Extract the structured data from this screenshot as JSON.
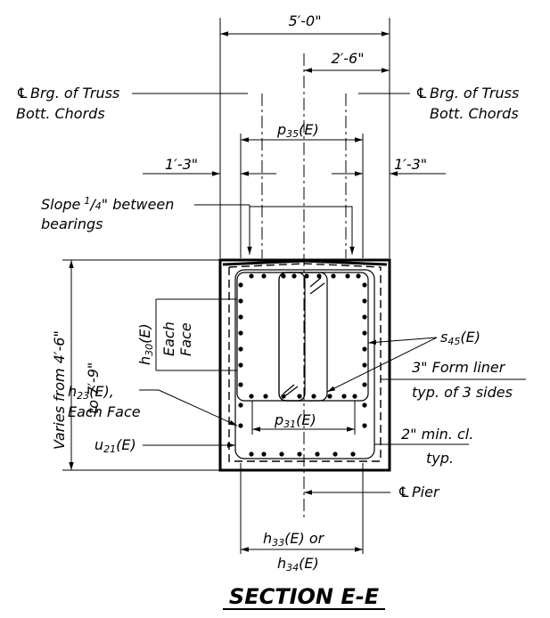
{
  "dimensions": {
    "overall_width": "5′-0\"",
    "half_width": "2′-6\"",
    "edge_left": "1′-3\"",
    "edge_right": "1′-3\"",
    "height": "Varies from 4′-6\"",
    "height_2": "to 7′-9\""
  },
  "labels": {
    "cl_symbol": "℄",
    "brg_left_1": "Brg. of Truss",
    "brg_left_2": "Bott. Chords",
    "brg_right_1": "Brg. of Truss",
    "brg_right_2": "Bott. Chords",
    "slope_1": "Slope",
    "slope_frac_num": "1",
    "slope_frac_den": "4",
    "slope_2": "\" between",
    "slope_3": "bearings",
    "p35": "p",
    "p35_sub": "35",
    "p35_suffix": "(E)",
    "h30": "h",
    "h30_sub": "30",
    "h30_suffix": "(E)",
    "h30_each": "Each",
    "h30_face": "Face",
    "h23": "h",
    "h23_sub": "23",
    "h23_suffix": "(E),",
    "h23_each_face": "Each Face",
    "u21": "u",
    "u21_sub": "21",
    "u21_suffix": "(E)",
    "s45": "s",
    "s45_sub": "45",
    "s45_suffix": "(E)",
    "form_liner_1": "3\" Form liner",
    "form_liner_2": "typ. of 3 sides",
    "p31": "p",
    "p31_sub": "31",
    "p31_suffix": "(E)",
    "min_cl_1": "2\" min. cl.",
    "min_cl_2": "typ.",
    "pier": "Pier",
    "h33": "h",
    "h33_sub": "33",
    "h33_suffix": "(E) or",
    "h34": "h",
    "h34_sub": "34",
    "h34_suffix": "(E)"
  },
  "title": "SECTION E-E"
}
